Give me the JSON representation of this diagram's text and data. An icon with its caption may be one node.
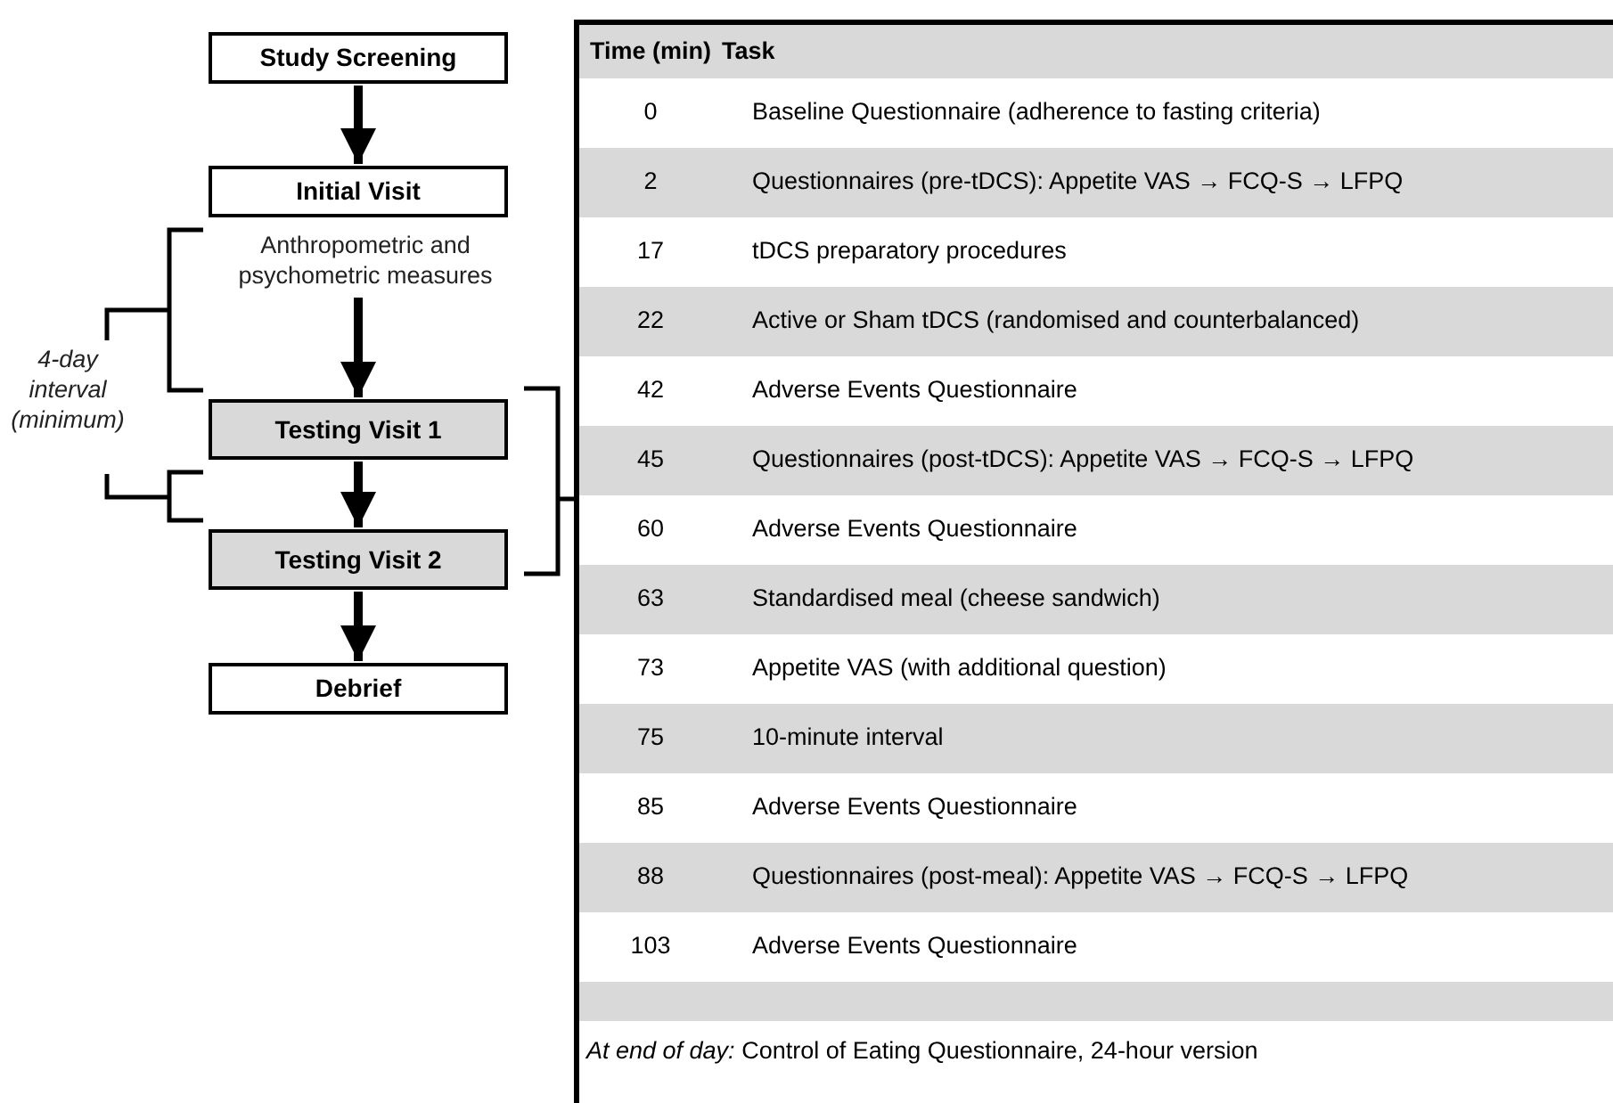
{
  "diagram": {
    "nodes": [
      {
        "text": [
          "Study Screening"
        ]
      },
      {
        "text": [
          "Initial Visit"
        ]
      },
      {
        "text": [
          "Anthropometric and psychometric measures"
        ]
      },
      {
        "text": [
          "Testing Visit 1"
        ]
      },
      {
        "text": [
          "Testing Visit 2"
        ]
      },
      {
        "text": [
          "Debrief"
        ]
      }
    ],
    "edges": [
      {
        "from": 0,
        "to": 1,
        "arrow": "to"
      },
      {
        "from": 2,
        "to": 3,
        "arrow": "to"
      },
      {
        "from": 3,
        "to": 4,
        "arrow": "to"
      },
      {
        "from": 4,
        "to": 5,
        "arrow": "to"
      }
    ],
    "labels": [
      "4-day interval (minimum)",
      "Time (min)",
      "Task",
      "0",
      "Baseline Questionnaire (adherence to fasting criteria)",
      "2",
      "Questionnaires (pre-tDCS): Appetite VAS → FCQ-S → LFPQ",
      "17",
      "tDCS preparatory procedures",
      "22",
      "Active or Sham tDCS (randomised and counterbalanced)",
      "42",
      "Adverse Events Questionnaire",
      "45",
      "Questionnaires (post-tDCS): Appetite VAS → FCQ-S → LFPQ",
      "60",
      "Adverse Events Questionnaire",
      "63",
      "Standardised meal (cheese sandwich)",
      "73",
      "Appetite VAS (with additional question)",
      "75",
      "10-minute interval",
      "85",
      "Adverse Events Questionnaire",
      "88",
      "Questionnaires (post-meal): Appetite VAS → FCQ-S → LFPQ",
      "103",
      "Adverse Events Questionnaire",
      "*At end of day:* Control of Eating Questionnaire, 24-hour version"
    ]
  }
}
